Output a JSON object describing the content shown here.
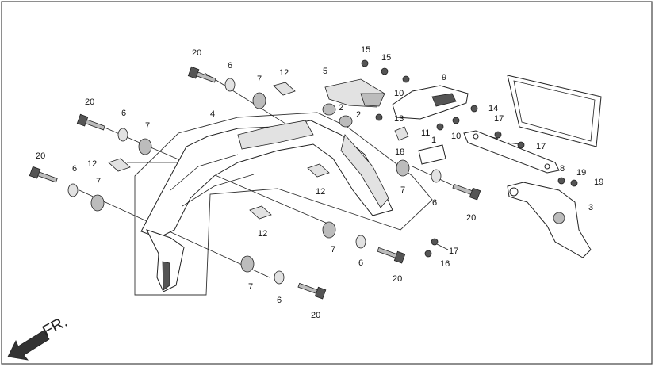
{
  "direction_label": "FR.",
  "callouts": [
    "20",
    "6",
    "7",
    "12",
    "5",
    "15",
    "15",
    "10",
    "9",
    "2",
    "2",
    "13",
    "14",
    "11",
    "10",
    "17",
    "17",
    "4",
    "20",
    "6",
    "7",
    "12",
    "20",
    "6",
    "7",
    "18",
    "1",
    "8",
    "19",
    "19",
    "3",
    "7",
    "6",
    "20",
    "12",
    "12",
    "7",
    "6",
    "17",
    "16",
    "20",
    "7",
    "6",
    "20"
  ]
}
